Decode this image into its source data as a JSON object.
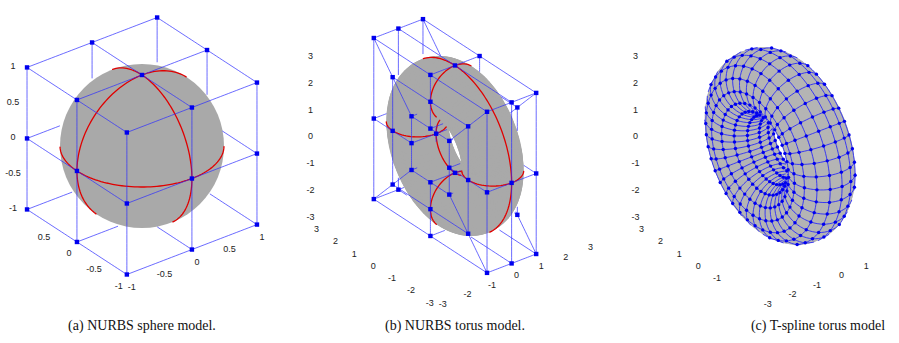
{
  "diagram": {
    "labels": [
      "1",
      "0.5",
      "0",
      "-0.5",
      "-1",
      "0.5",
      "0",
      "-0.5",
      "-1",
      "-1",
      "-0.5",
      "0",
      "0.5",
      "1",
      "3",
      "2",
      "1",
      "0",
      "-1",
      "-2",
      "-3",
      "3",
      "2",
      "1",
      "0",
      "-1",
      "-2",
      "-3",
      "-3",
      "-2",
      "-1",
      "0",
      "1",
      "2",
      "3",
      "3",
      "2",
      "1",
      "0",
      "-1",
      "-2",
      "-3",
      "3",
      "2",
      "1",
      "0",
      "-1",
      "-3",
      "-2",
      "-1",
      "0",
      "1",
      "(a) NURBS sphere model.",
      "(b) NURBS torus model.",
      "(c) T-spline torus model"
    ]
  }
}
